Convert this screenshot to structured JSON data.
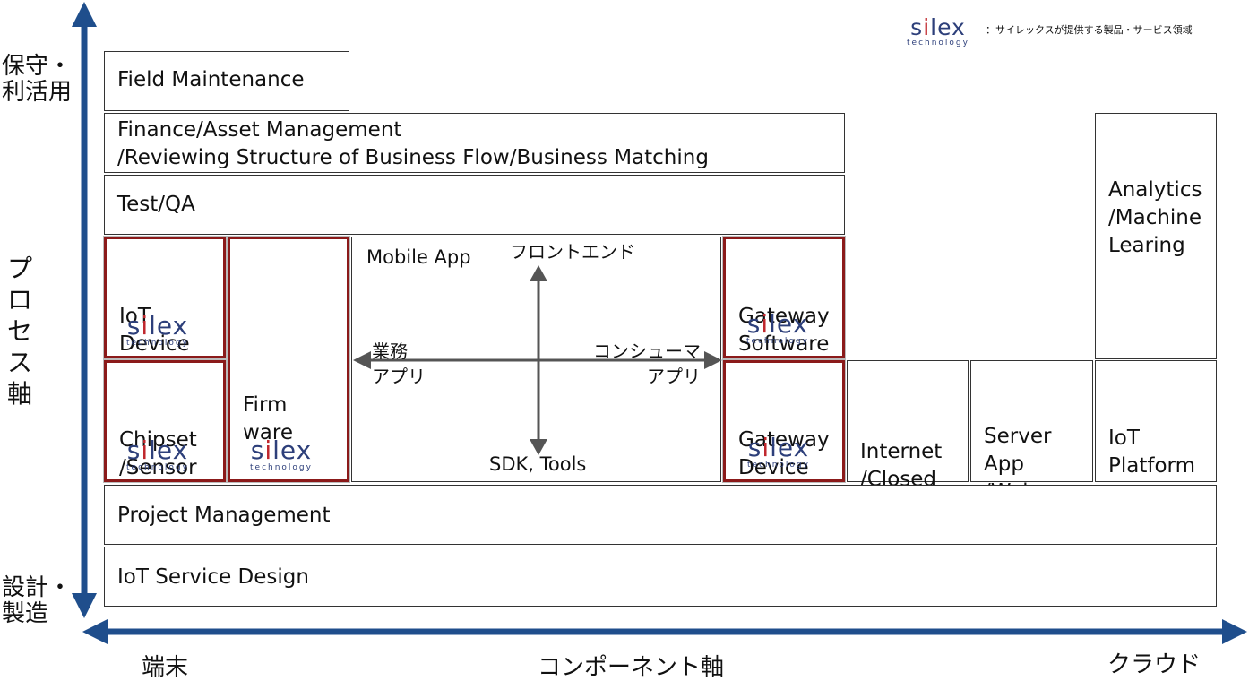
{
  "legend": {
    "brand": "silex",
    "brand_tag": "technology",
    "caption": "：サイレックスが提供する製品・サービス領域"
  },
  "y_axis": {
    "top": "保守・\n利活用",
    "middle": "プロセス\n軸",
    "bottom": "設計・\n製造"
  },
  "x_axis": {
    "left": "端末",
    "middle": "コンポーネント軸",
    "right": "クラウド"
  },
  "boxes": {
    "field_maintenance": "Field Maintenance",
    "finance_1": "Finance/Asset Management",
    "finance_2": "/Reviewing Structure of Business Flow/Business Matching",
    "test_qa": "Test/QA",
    "analytics": "Analytics\n/Machine\nLearing",
    "iot_device": "IoT\nDevice",
    "chipset": "Chipset\n/Sensor",
    "firmware": "Firm\nware",
    "mobile_app": "Mobile App",
    "gateway_software": "Gateway\nSoftware",
    "gateway_device": "Gateway\nDevice",
    "internet": "Internet\n/Closed\nNetwork",
    "server_app": "Server\nApp\n/Web\nApp",
    "iot_platform": "IoT\nPlatform",
    "project_management": "Project Management",
    "iot_service_design": "IoT Service Design"
  },
  "mobile_quadrant": {
    "top": "フロントエンド",
    "bottom": "SDK, Tools",
    "left": "業務\nアプリ",
    "right": "コンシューマ\nアプリ"
  },
  "colors": {
    "axis": "#1f4e8c",
    "silex_red": "#8b1a1a",
    "logo_blue": "#2d3f7a",
    "inner_arrow": "#555555"
  }
}
